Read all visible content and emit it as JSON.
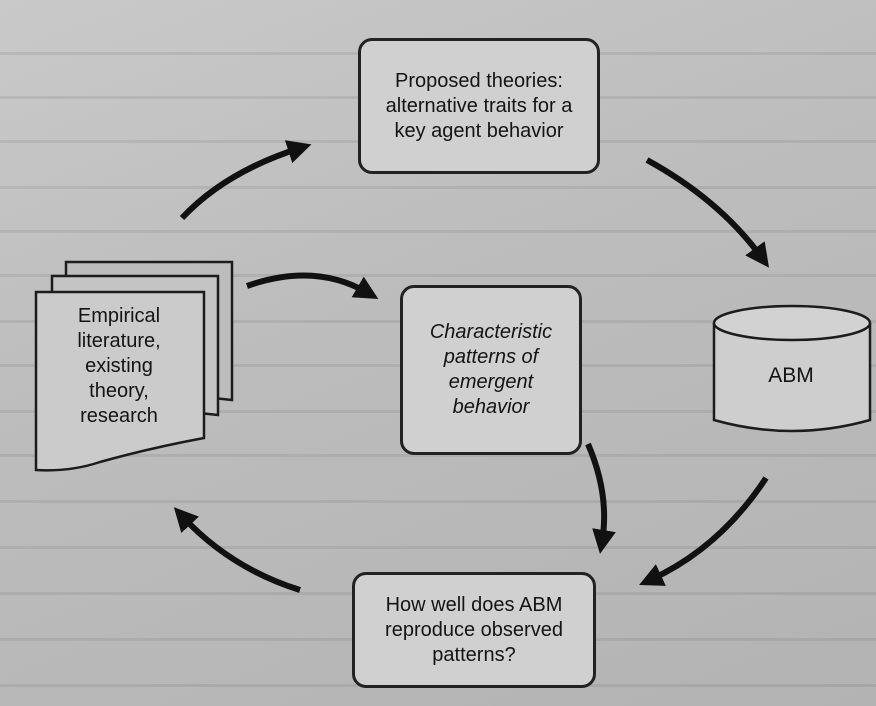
{
  "diagram": {
    "proposed_theories": "Proposed theories:\nalternative traits for a\nkey agent behavior",
    "empirical": "Empirical\nliterature,\nexisting\ntheory,\nresearch",
    "characteristic": "Characteristic\npatterns of\nemergent\nbehavior",
    "abm": "ABM",
    "how_well": "How well does ABM\nreproduce observed\npatterns?"
  }
}
